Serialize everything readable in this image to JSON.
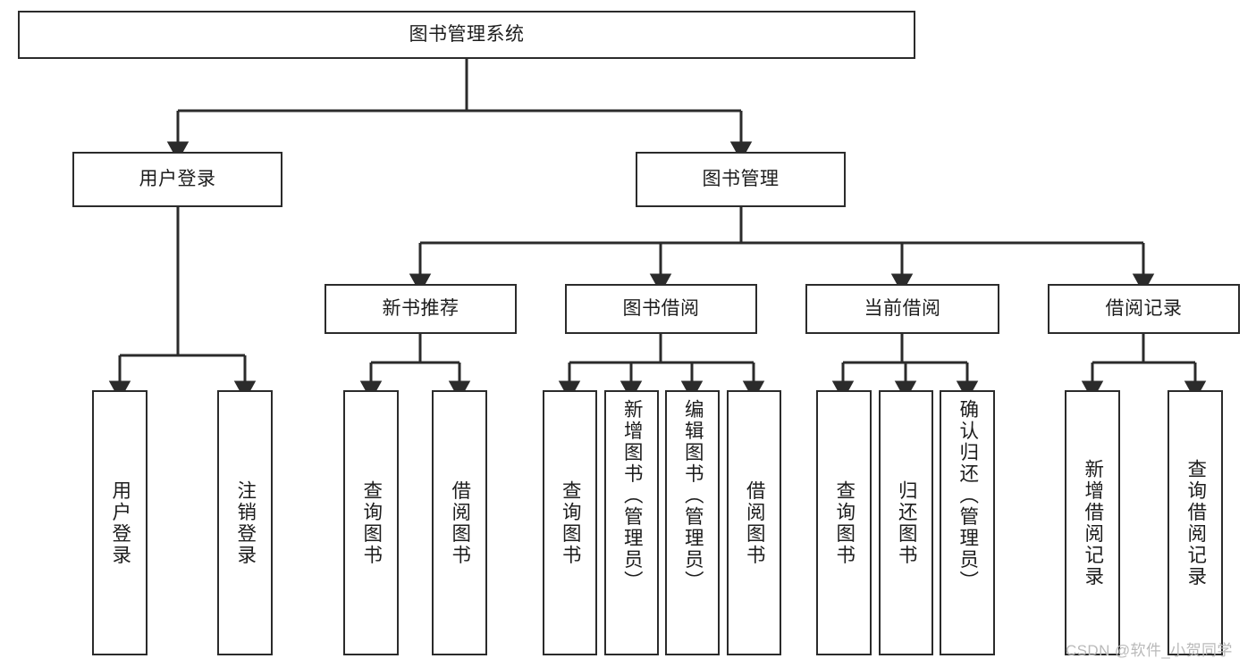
{
  "diagram": {
    "type": "tree-hierarchy",
    "title": "图书管理系统",
    "root": {
      "label": "图书管理系统"
    },
    "level2": [
      {
        "label": "用户登录"
      },
      {
        "label": "图书管理"
      }
    ],
    "level3": [
      {
        "label": "新书推荐"
      },
      {
        "label": "图书借阅"
      },
      {
        "label": "当前借阅"
      },
      {
        "label": "借阅记录"
      }
    ],
    "leaves": {
      "user_login": [
        {
          "label": "用户登录"
        },
        {
          "label": "注销登录"
        }
      ],
      "new_book_recommend": [
        {
          "label": "查询图书"
        },
        {
          "label": "借阅图书"
        }
      ],
      "book_borrow": [
        {
          "label": "查询图书"
        },
        {
          "label": "新增图书（管理员）"
        },
        {
          "label": "编辑图书（管理员）"
        },
        {
          "label": "借阅图书"
        }
      ],
      "current_borrow": [
        {
          "label": "查询图书"
        },
        {
          "label": "归还图书"
        },
        {
          "label": "确认归还（管理员）"
        }
      ],
      "borrow_record": [
        {
          "label": "新增借阅记录"
        },
        {
          "label": "查询借阅记录"
        }
      ]
    }
  },
  "watermark": {
    "text": "CSDN @软件_小贺同学"
  },
  "colors": {
    "box_border": "#2b2b2b",
    "box_fill": "#ffffff",
    "edge": "#2b2b2b",
    "text": "#1d1d1d",
    "watermark": "#b9b9b9"
  }
}
